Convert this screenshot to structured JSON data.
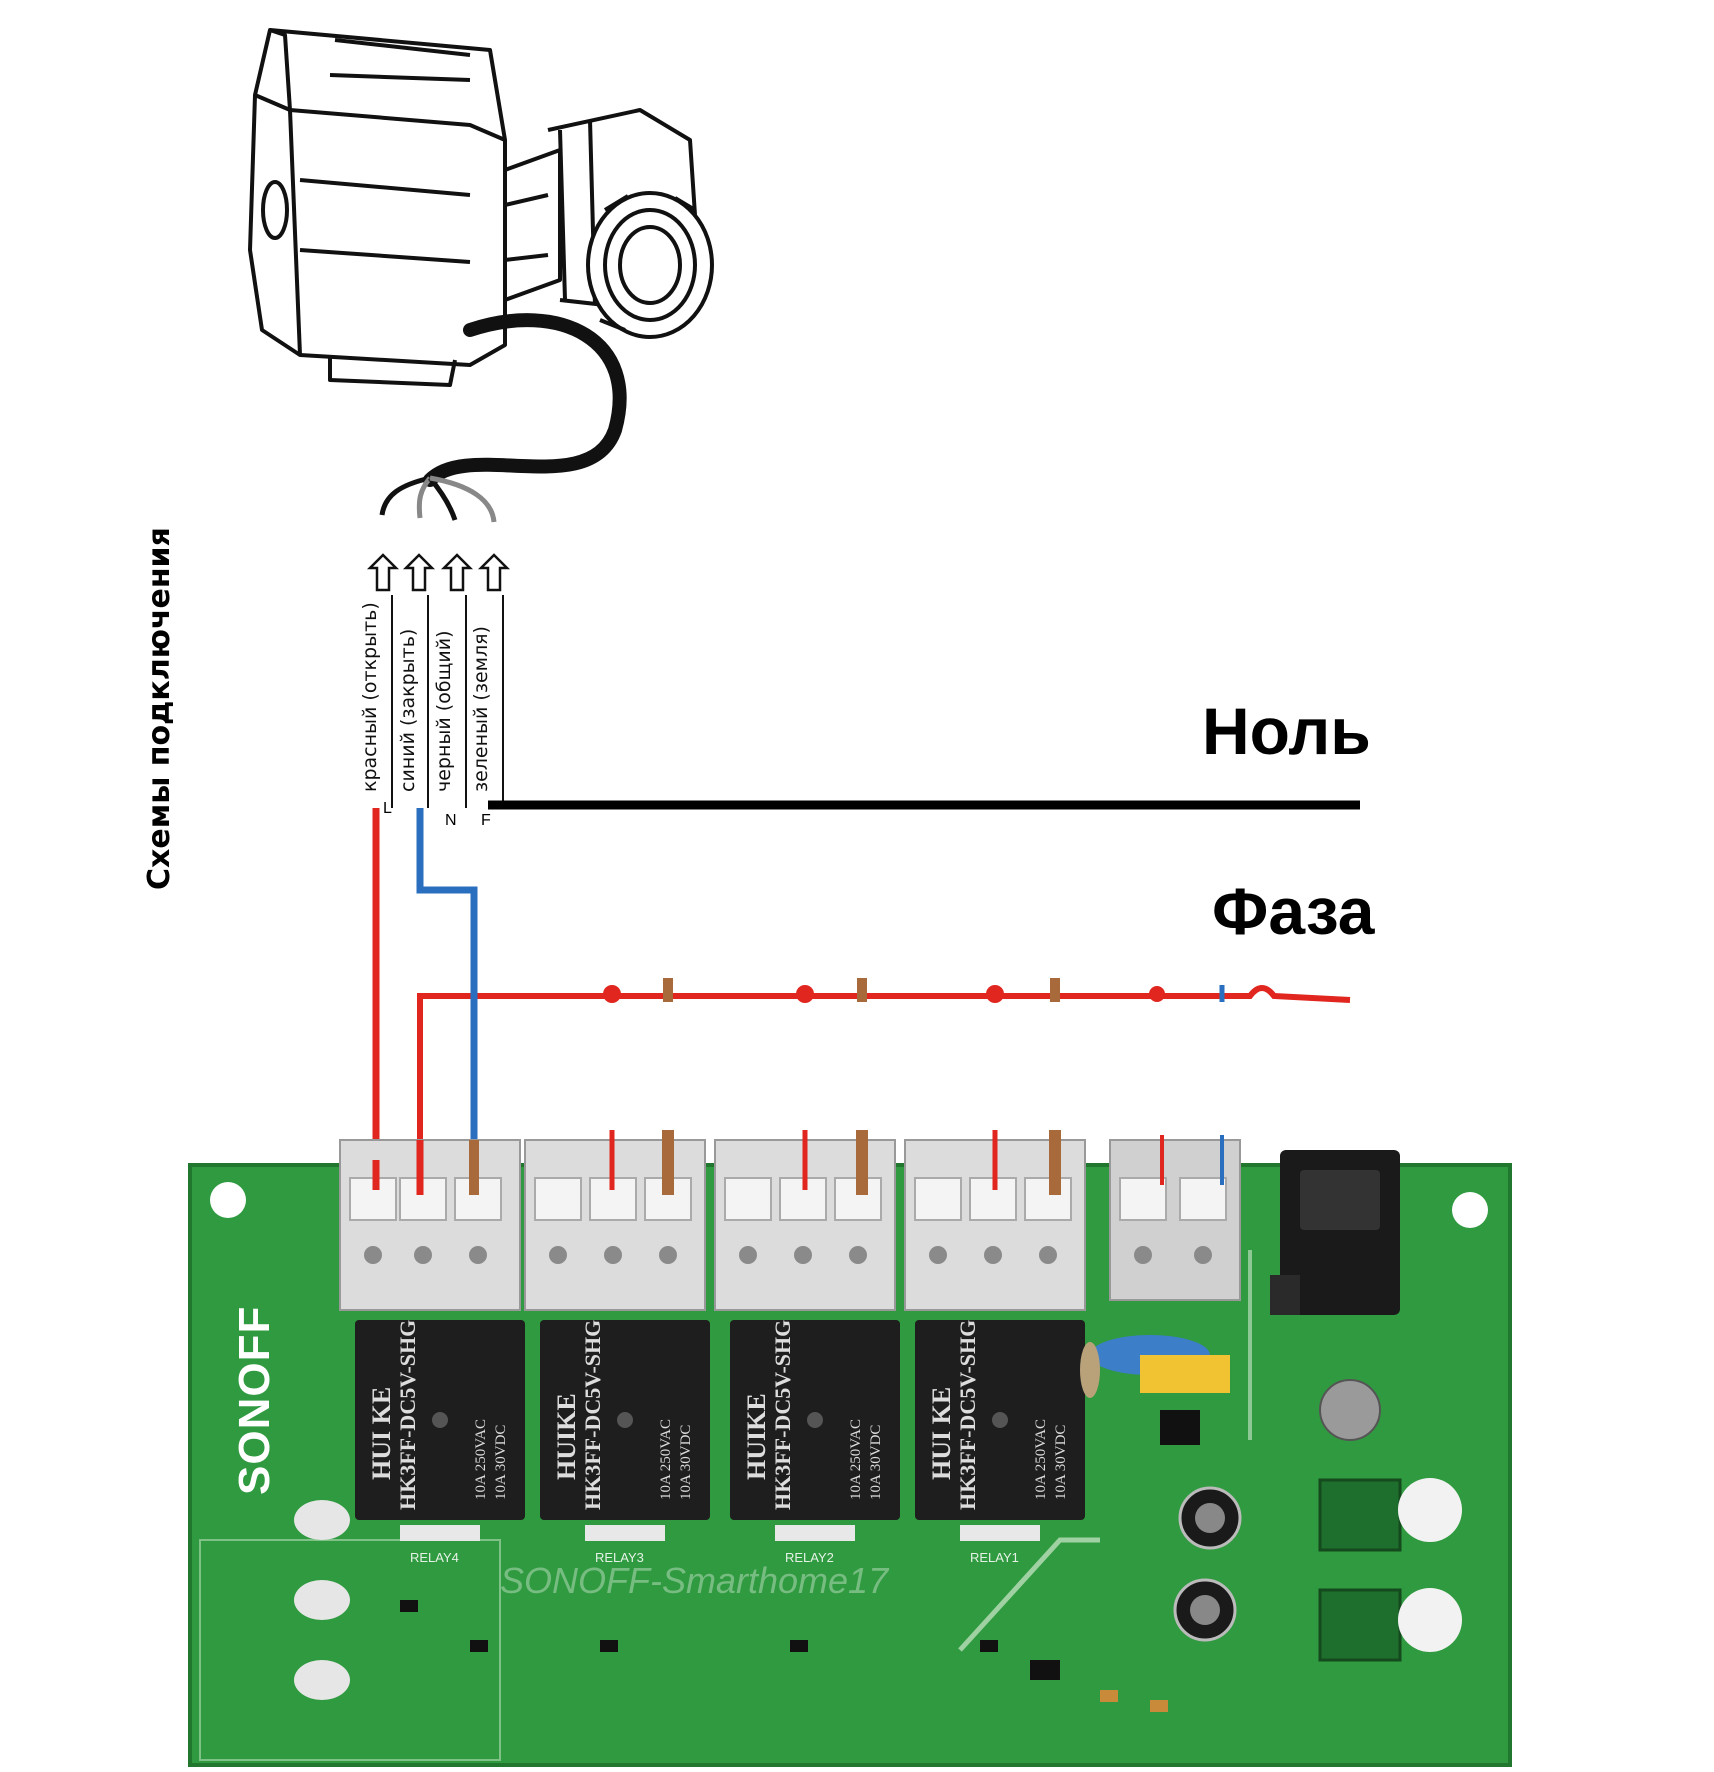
{
  "title": "Схемы подключения",
  "lines": {
    "neutral": "Ноль",
    "phase": "Фаза"
  },
  "wires": [
    {
      "label": "красный (открыть)",
      "color": "#e0261e"
    },
    {
      "label": "синий (закрыть)",
      "color": "#2a6fbf"
    },
    {
      "label": "черный (общий)",
      "color": "#000000"
    },
    {
      "label": "зеленый (земля)",
      "color": "#6c6c6c"
    }
  ],
  "terminal_marks": [
    "L",
    "N",
    "F"
  ],
  "board": {
    "brand": "SONOFF",
    "watermark": "SONOFF-Smarthome17",
    "relays": [
      {
        "brand": "HUI KE",
        "model": "HK3FF-DC5V-SHG",
        "rating1": "10A 250VAC",
        "rating2": "10A 30VDC",
        "label": "RELAY4"
      },
      {
        "brand": "HUIKE",
        "model": "HK3FF-DC5V-SHG",
        "rating1": "10A 250VAC",
        "rating2": "10A 30VDC",
        "label": "RELAY3"
      },
      {
        "brand": "HUIKE",
        "model": "HK3FF-DC5V-SHG",
        "rating1": "10A 250VAC",
        "rating2": "10A 30VDC",
        "label": "RELAY2"
      },
      {
        "brand": "HUI KE",
        "model": "HK3FF-DC5V-SHG",
        "rating1": "10A 250VAC",
        "rating2": "10A 30VDC",
        "label": "RELAY1"
      }
    ],
    "colors": {
      "pcb": "#2f9a3f",
      "terminal": "#dcdcdc",
      "relay": "#1e1e1e",
      "red_wire": "#e0261e",
      "blue_wire": "#2a6fbf",
      "brown_wire": "#a86a3a"
    }
  }
}
